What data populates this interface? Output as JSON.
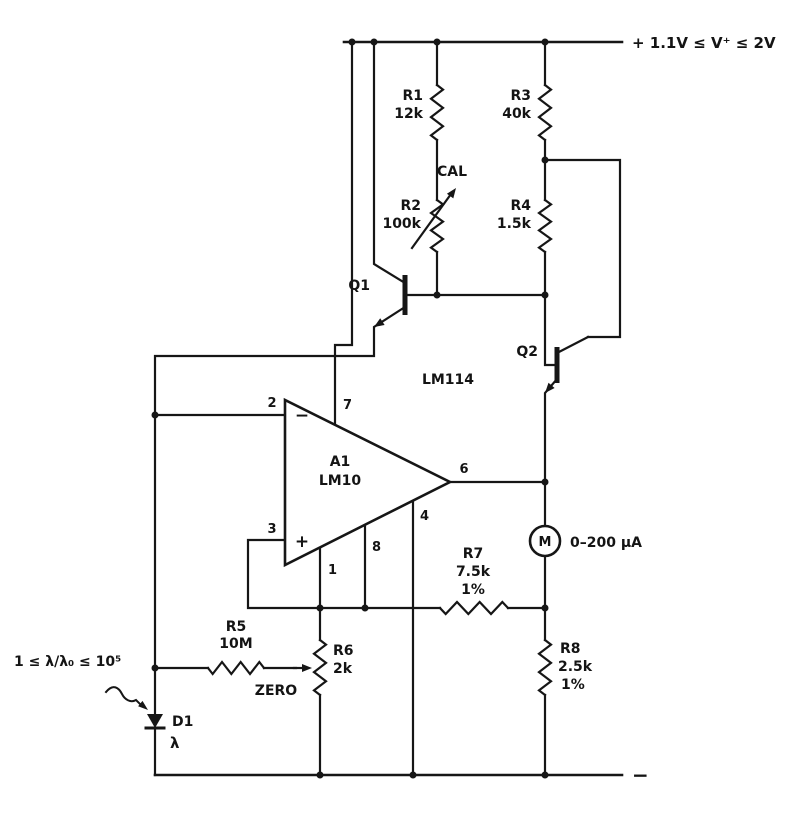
{
  "schematic": {
    "power_rail_label": "+ 1.1V ≤ V⁺ ≤ 2V",
    "negative_rail_label": "−",
    "input_range_label": "1 ≤ λ/λ₀ ≤ 10⁵",
    "resistors": {
      "r1": {
        "name": "R1",
        "value": "12k"
      },
      "r2": {
        "name": "R2",
        "value": "100k",
        "adjust_label": "CAL"
      },
      "r3": {
        "name": "R3",
        "value": "40k"
      },
      "r4": {
        "name": "R4",
        "value": "1.5k"
      },
      "r5": {
        "name": "R5",
        "value": "10M"
      },
      "r6": {
        "name": "R6",
        "value": "2k",
        "adjust_label": "ZERO"
      },
      "r7": {
        "name": "R7",
        "value": "7.5k",
        "tolerance": "1%"
      },
      "r8": {
        "name": "R8",
        "value": "2.5k",
        "tolerance": "1%"
      }
    },
    "transistors": {
      "q1": {
        "name": "Q1"
      },
      "q2": {
        "name": "Q2"
      },
      "pair_part": "LM114"
    },
    "opamp": {
      "name": "A1",
      "part": "LM10",
      "minus": "−",
      "plus": "+",
      "pins": {
        "p1": "1",
        "p2": "2",
        "p3": "3",
        "p4": "4",
        "p6": "6",
        "p7": "7",
        "p8": "8"
      }
    },
    "meter": {
      "label": "M",
      "range": "0–200 µA"
    },
    "photodiode": {
      "name": "D1",
      "symbol": "λ"
    }
  }
}
